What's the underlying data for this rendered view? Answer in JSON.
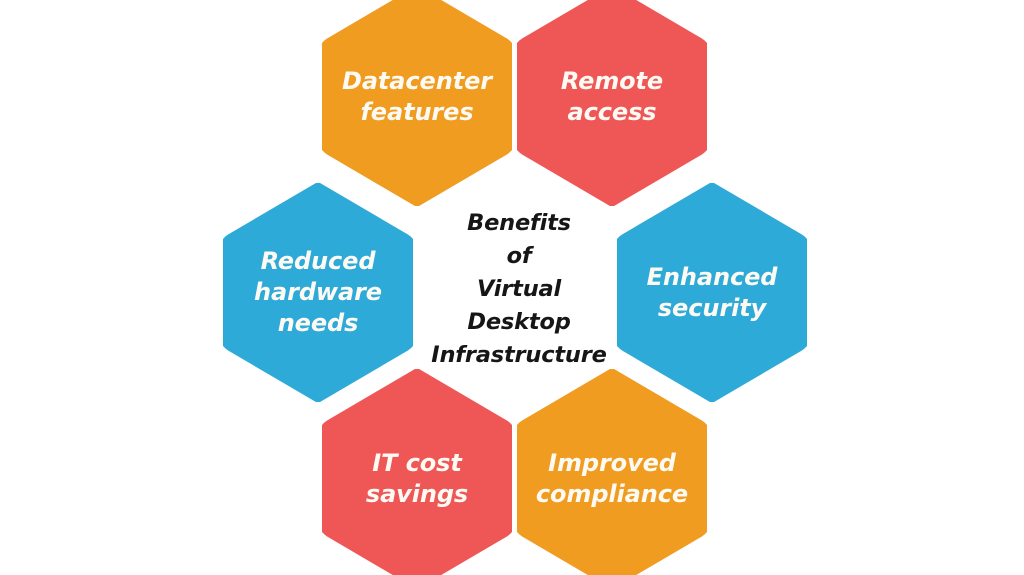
{
  "diagram": {
    "center_text": "Benefits\nof\nVirtual\nDesktop\nInfrastructure",
    "background_color": "#ffffff",
    "label_color": "#fdfaf3",
    "center_color": "#161616",
    "palette": {
      "orange": "#EF9C21",
      "red": "#EF5757",
      "blue": "#2EAAD8"
    },
    "hexagons": [
      {
        "id": "datacenter-features",
        "label": "Datacenter\nfeatures",
        "color": "#EF9C21",
        "position": "top-left"
      },
      {
        "id": "remote-access",
        "label": "Remote access",
        "color": "#EF5757",
        "position": "top-right"
      },
      {
        "id": "reduced-hardware-needs",
        "label": "Reduced\nhardware needs",
        "color": "#2EAAD8",
        "position": "middle-left"
      },
      {
        "id": "enhanced-security",
        "label": "Enhanced\nsecurity",
        "color": "#2EAAD8",
        "position": "middle-right"
      },
      {
        "id": "it-cost-savings",
        "label": "IT cost savings",
        "color": "#EF5757",
        "position": "bottom-left"
      },
      {
        "id": "improved-compliance",
        "label": "Improved\ncompliance",
        "color": "#EF9C21",
        "position": "bottom-right"
      }
    ]
  }
}
